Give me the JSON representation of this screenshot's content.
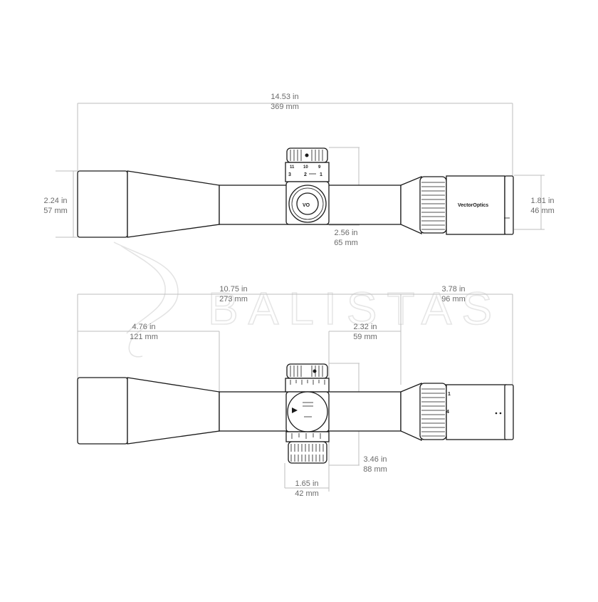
{
  "watermark": {
    "text": "BALISTAS"
  },
  "top_view": {
    "brand": "VectorOptics",
    "turret_numbers": {
      "a": "11",
      "b": "10",
      "c": "9",
      "d": "3",
      "e": "2",
      "f": "1"
    },
    "dimensions": {
      "overall_length": {
        "in": "14.53 in",
        "mm": "369 mm"
      },
      "objective_diameter": {
        "in": "2.24 in",
        "mm": "57 mm"
      },
      "eyepiece_diameter": {
        "in": "1.81 in",
        "mm": "46 mm"
      },
      "turret_height": {
        "in": "2.56 in",
        "mm": "65 mm"
      }
    }
  },
  "bottom_view": {
    "side_labels": {
      "l1": "1",
      "l2": "4"
    },
    "dimensions": {
      "objective_to_eye_length": {
        "in": "10.75 in",
        "mm": "273 mm"
      },
      "eye_relief_section": {
        "in": "3.78 in",
        "mm": "96 mm"
      },
      "objective_bell_length": {
        "in": "4.76 in",
        "mm": "121 mm"
      },
      "tube_length": {
        "in": "2.32 in",
        "mm": "59 mm"
      },
      "turret_width": {
        "in": "3.46 in",
        "mm": "88 mm"
      },
      "turret_depth": {
        "in": "1.65 in",
        "mm": "42 mm"
      }
    }
  }
}
